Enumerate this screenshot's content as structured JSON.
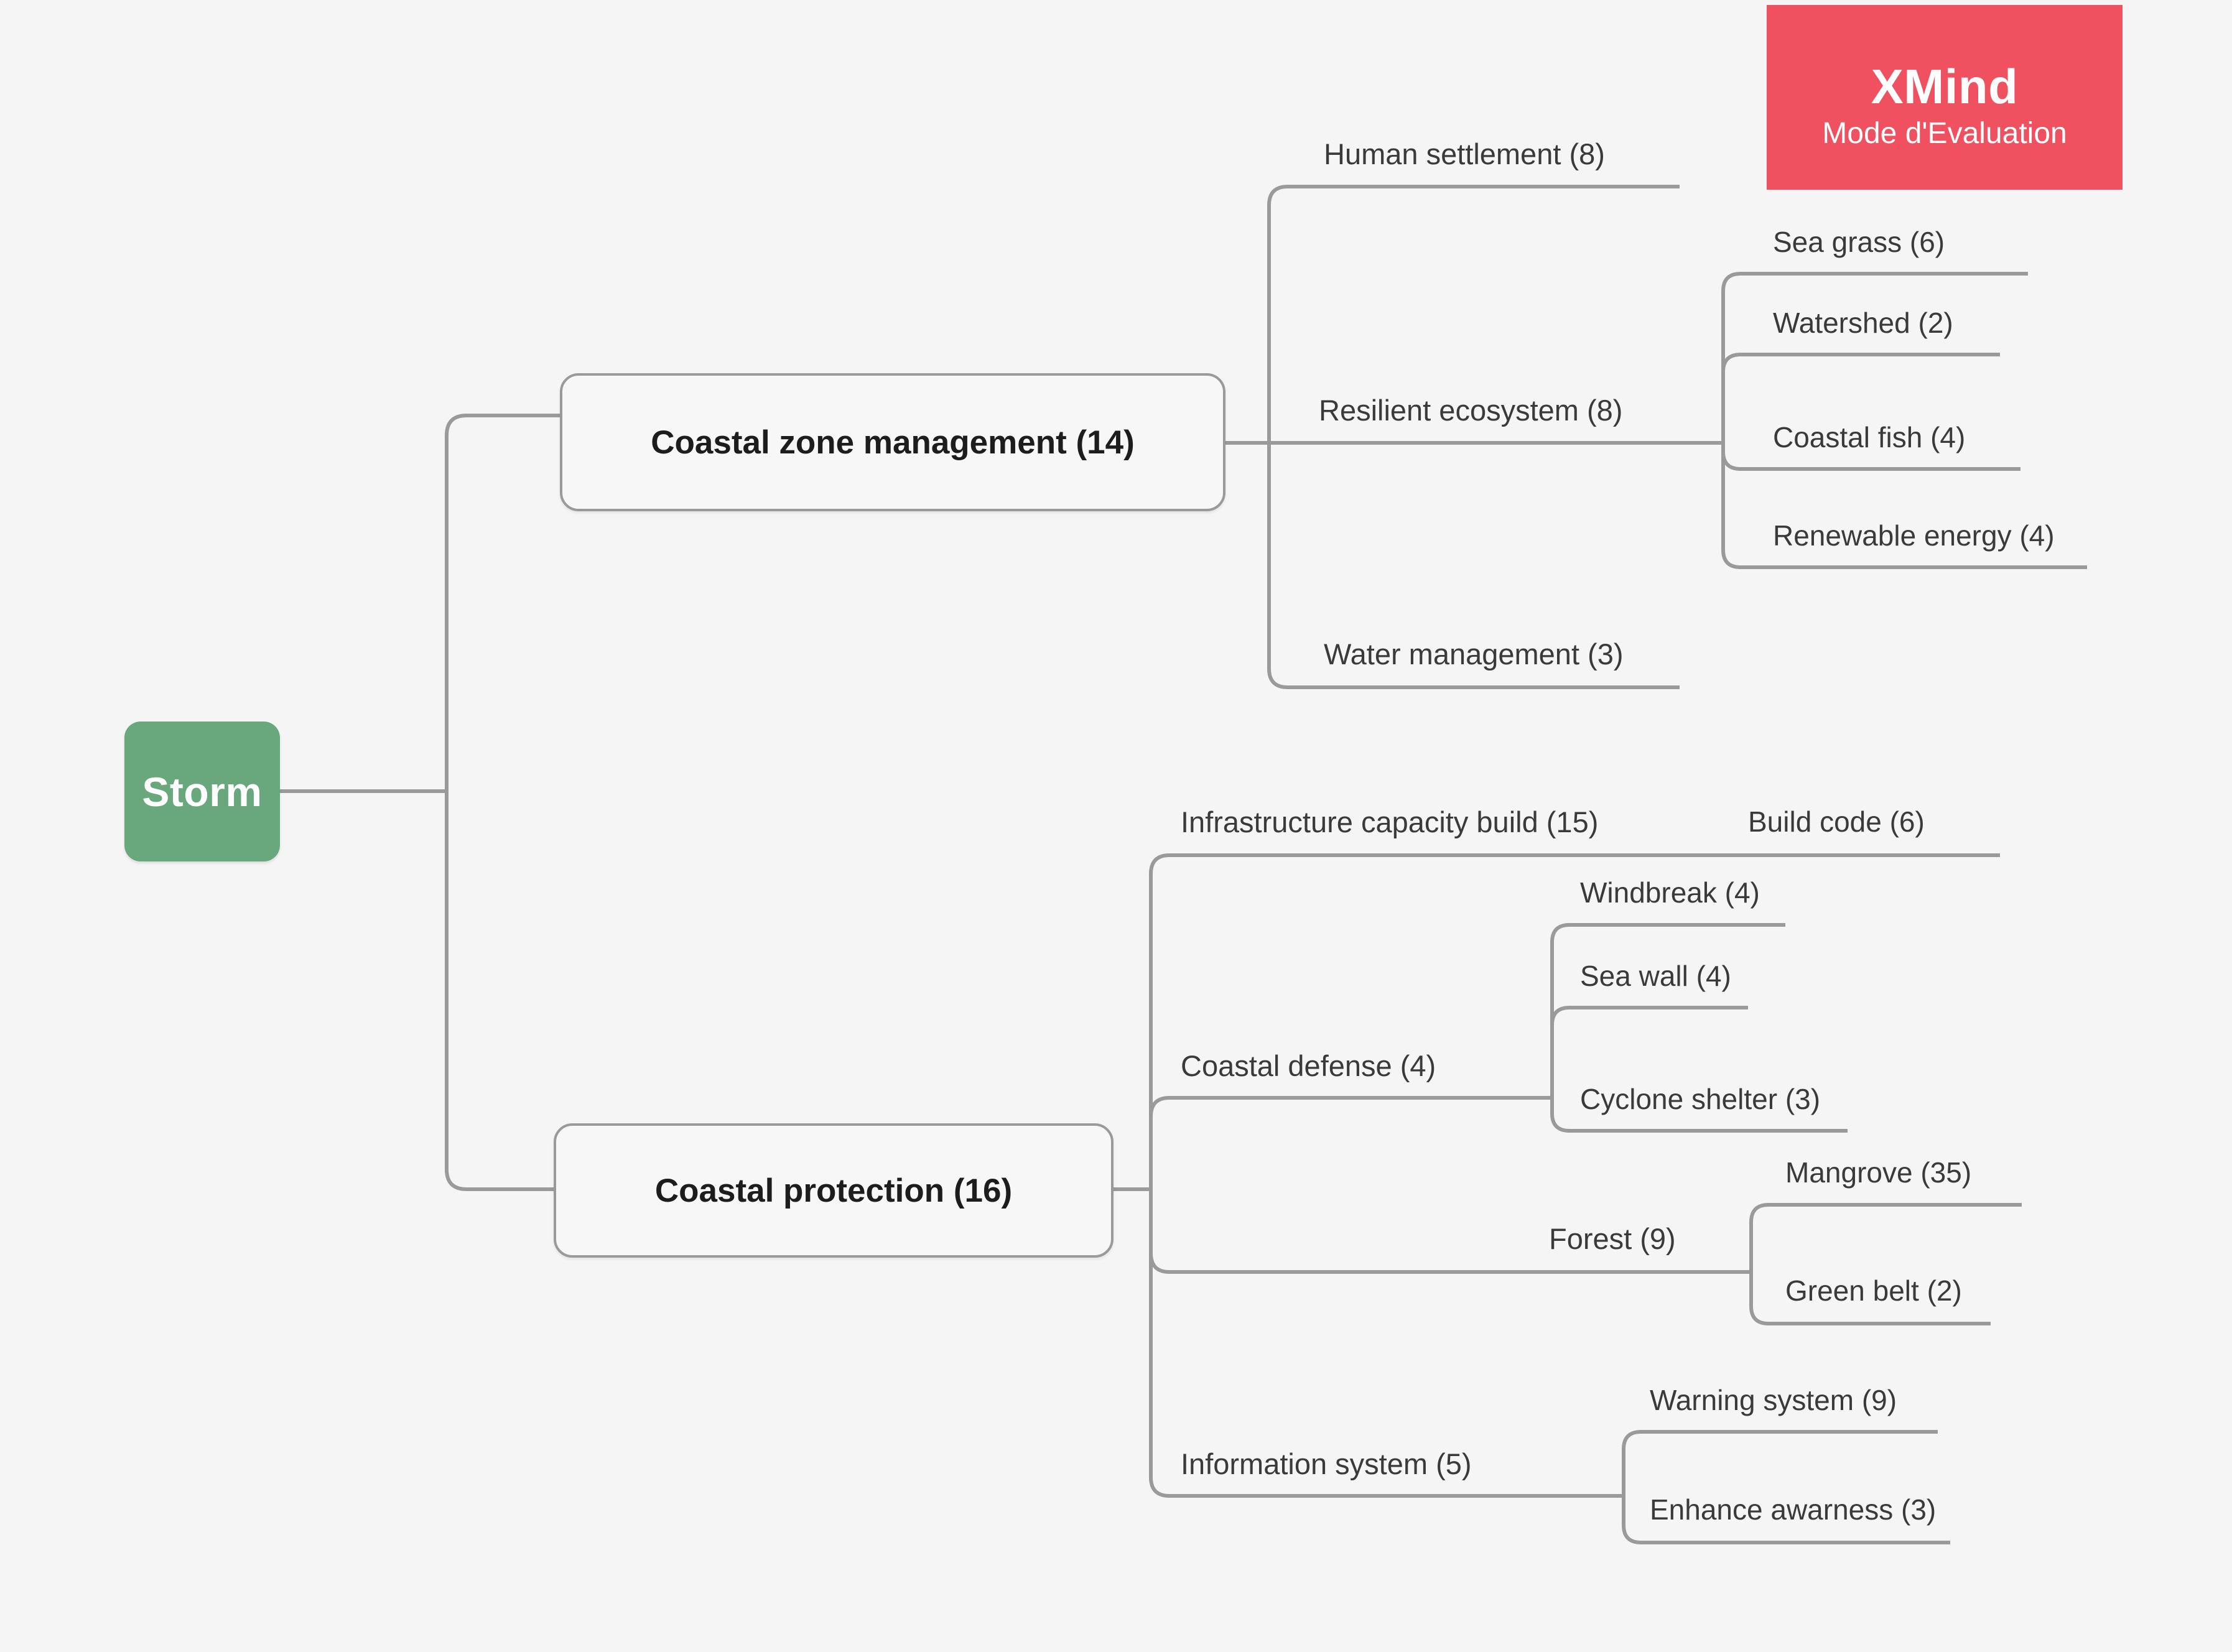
{
  "app": {
    "watermark": {
      "title": "XMind",
      "subtitle": "Mode d'Evaluation",
      "background_color": "#EF5160",
      "text_color": "#FFFFFF"
    },
    "canvas_background": "#F5F5F5",
    "connector_color": "#9A9A9A"
  },
  "mindmap": {
    "root": {
      "label": "Storm",
      "fill_color": "#68A87C",
      "text_color": "#FFFFFF"
    },
    "branches": [
      {
        "label": "Coastal zone management (14)",
        "children": [
          {
            "label": "Human settlement (8)",
            "children": []
          },
          {
            "label": "Resilient ecosystem (8)",
            "children": [
              {
                "label": "Sea grass (6)"
              },
              {
                "label": "Watershed (2)"
              },
              {
                "label": "Coastal fish (4)"
              },
              {
                "label": "Renewable energy (4)"
              }
            ]
          },
          {
            "label": "Water management (3)",
            "children": []
          }
        ]
      },
      {
        "label": "Coastal protection (16)",
        "children": [
          {
            "label": "Infrastructure capacity build (15)",
            "children": [
              {
                "label": "Build code (6)"
              }
            ]
          },
          {
            "label": "Coastal defense (4)",
            "children": [
              {
                "label": "Windbreak (4)"
              },
              {
                "label": "Sea wall (4)"
              },
              {
                "label": "Cyclone shelter (3)"
              }
            ]
          },
          {
            "label": "Forest (9)",
            "children": [
              {
                "label": "Mangrove (35)"
              },
              {
                "label": "Green belt (2)"
              }
            ]
          },
          {
            "label": "Information system (5)",
            "children": [
              {
                "label": "Warning system (9)"
              },
              {
                "label": "Enhance awarness (3)"
              }
            ]
          }
        ]
      }
    ]
  }
}
